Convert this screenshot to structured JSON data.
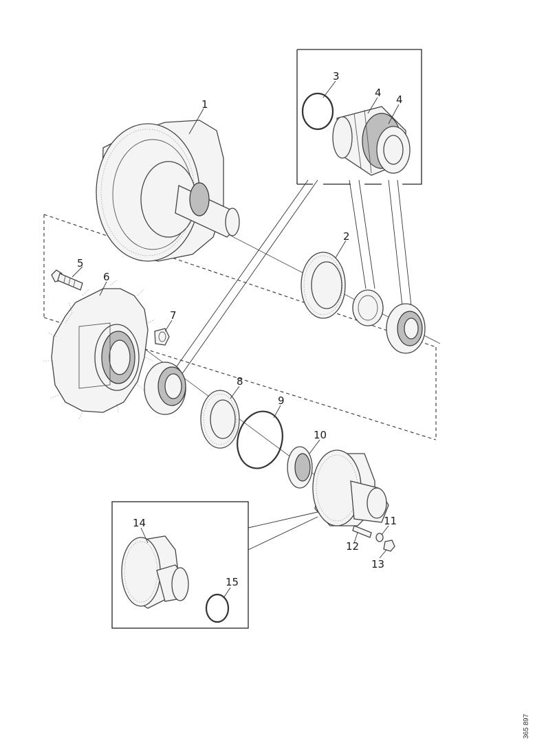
{
  "callouts": {
    "c1": "1",
    "c2": "2",
    "c3": "3",
    "c4a": "4",
    "c4b": "4",
    "c5": "5",
    "c6": "6",
    "c7": "7",
    "c8": "8",
    "c9": "9",
    "c10": "10",
    "c11": "11",
    "c12": "12",
    "c13": "13",
    "c14": "14",
    "c15": "15"
  },
  "figure_ref": "365 897",
  "colors": {
    "line": "#333333",
    "fill": "#f4f4f4",
    "shade": "#bdbdbd"
  }
}
